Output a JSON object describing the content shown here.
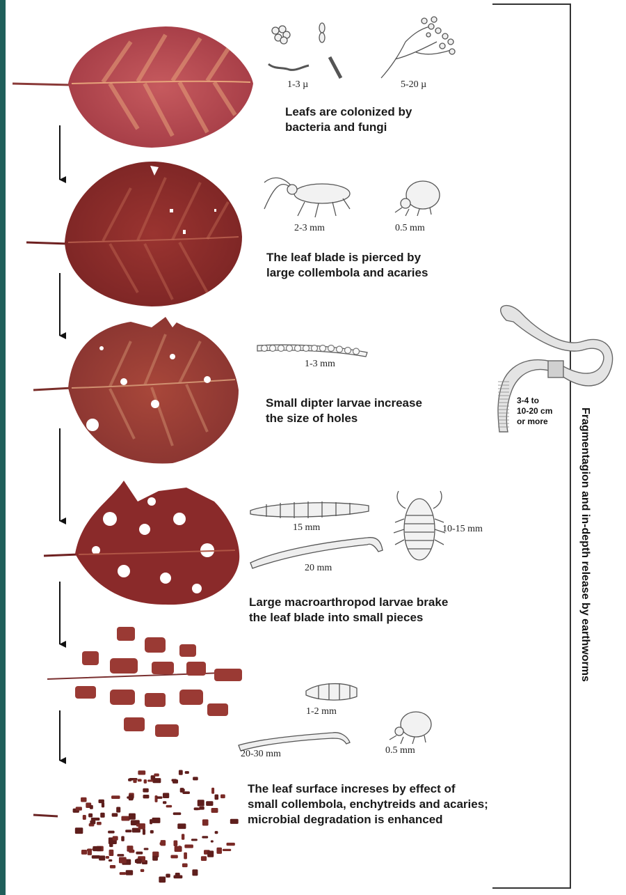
{
  "colors": {
    "background_frame": "#1f5f5a",
    "leaf_fresh": "#b84a52",
    "leaf_vein": "#e8a77a",
    "leaf_dark": "#8e2a2a",
    "bracket": "#333333",
    "organism": "#666666"
  },
  "stages": [
    {
      "caption": [
        "Leafs are colonized by",
        "bacteria and fungi"
      ],
      "sizes": [
        "1-3 µ",
        "5-20 µ"
      ]
    },
    {
      "caption": [
        "The leaf blade is pierced by",
        "large collembola and acaries"
      ],
      "sizes": [
        "2-3 mm",
        "0.5 mm"
      ]
    },
    {
      "caption": [
        "Small dipter larvae increase",
        "the size of holes"
      ],
      "sizes": [
        "1-3 mm"
      ]
    },
    {
      "caption": [
        "Large macroarthropod larvae brake",
        "the leaf blade into small pieces"
      ],
      "sizes": [
        "15 mm",
        "20 mm",
        "10-15 mm"
      ]
    },
    {
      "caption": [],
      "sizes": [
        "1-2 mm",
        "20-30 mm",
        "0.5 mm"
      ]
    },
    {
      "caption": [
        "The leaf surface increses by effect of",
        "small collembola, enchytreids and acaries;",
        "microbial degradation is enhanced"
      ],
      "sizes": []
    }
  ],
  "earthworm": {
    "size_lines": [
      "3-4 to",
      "10-20 cm",
      "or more"
    ]
  },
  "side_label": "Fragmentagion and in-depth release by earthworms"
}
